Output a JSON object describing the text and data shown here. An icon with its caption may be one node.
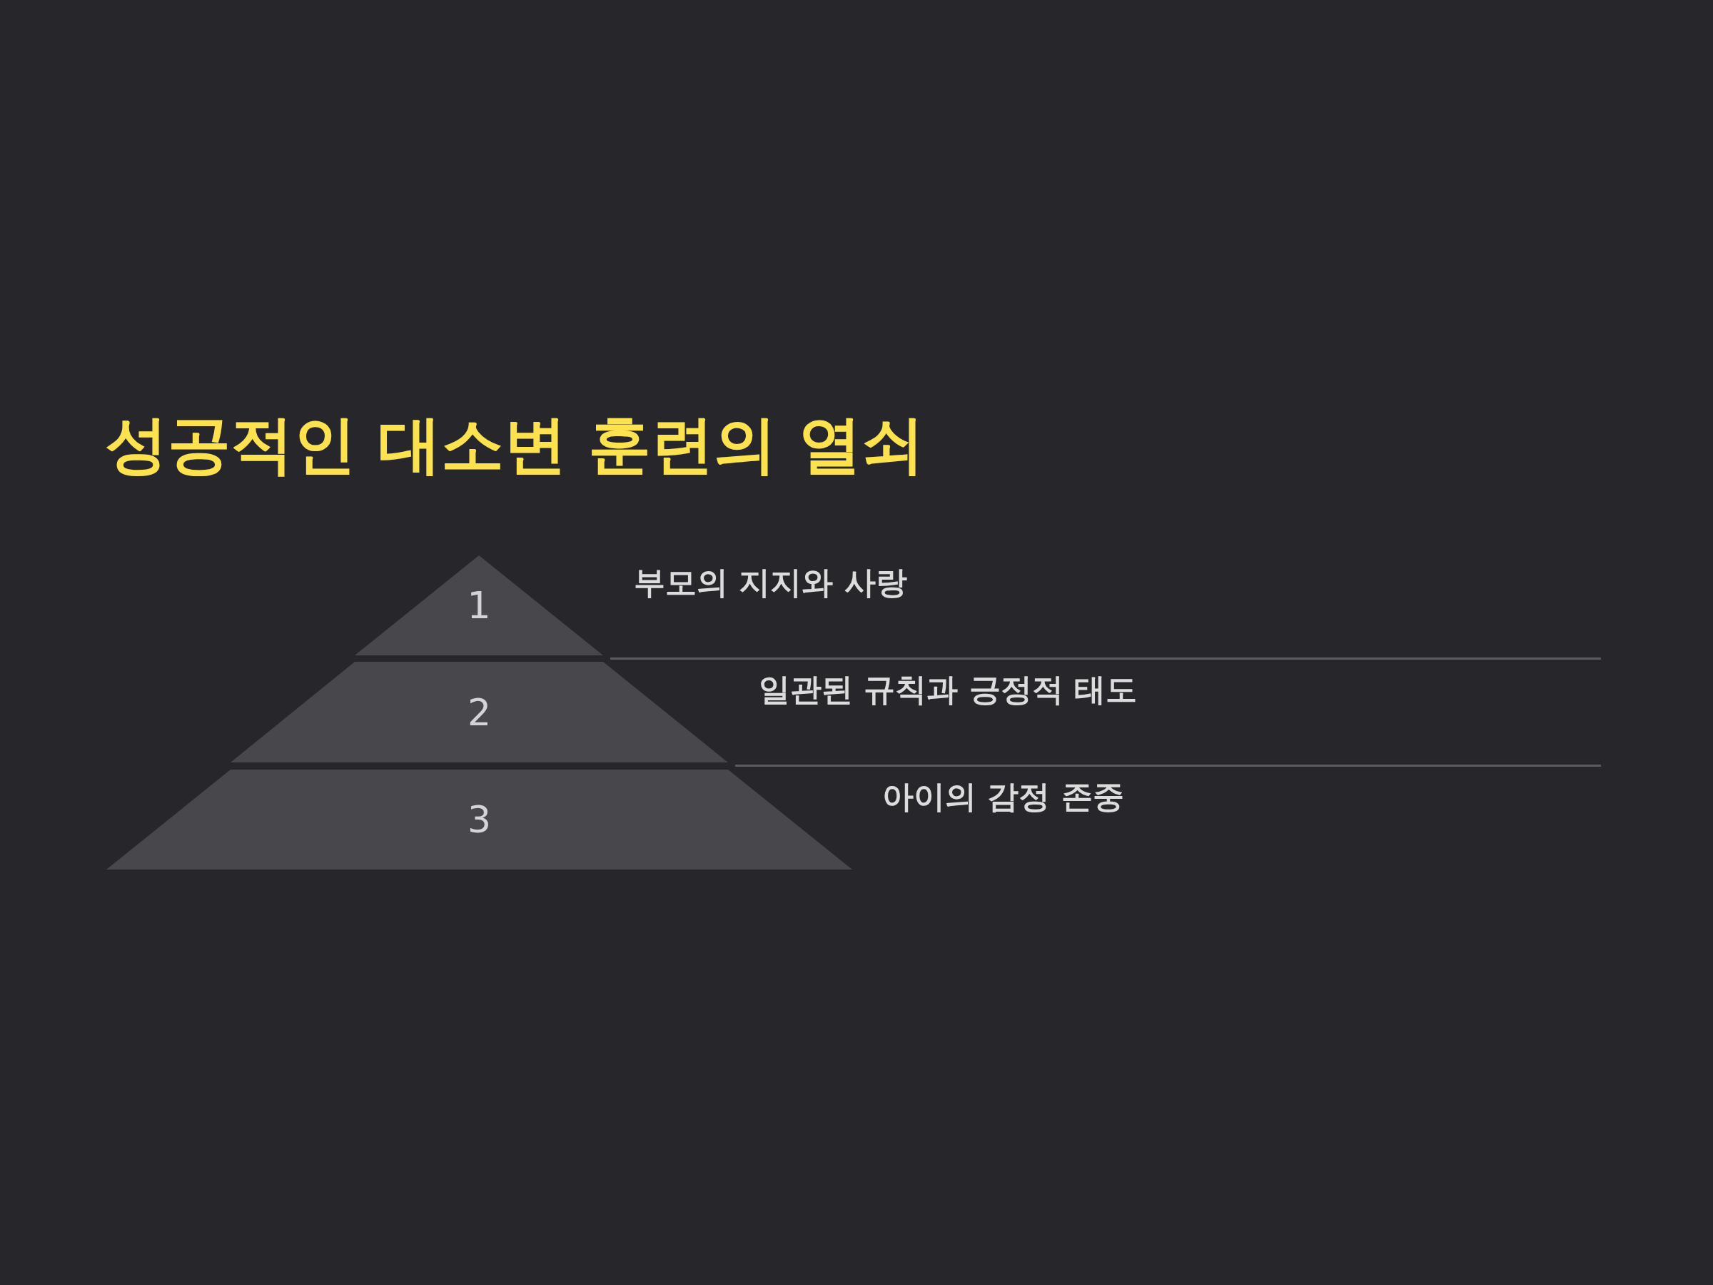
{
  "diagram": {
    "title": "성공적인 대소변 훈련의 열쇠",
    "nodes": [
      {
        "text": [
          "1"
        ],
        "beside": [
          "부모의 지지와 사랑"
        ]
      },
      {
        "text": [
          "2"
        ],
        "beside": [
          "일관된 규칙과 긍정적 태도"
        ]
      },
      {
        "text": [
          "3"
        ],
        "beside": [
          "아이의 감정 존중"
        ]
      }
    ],
    "edges": []
  }
}
